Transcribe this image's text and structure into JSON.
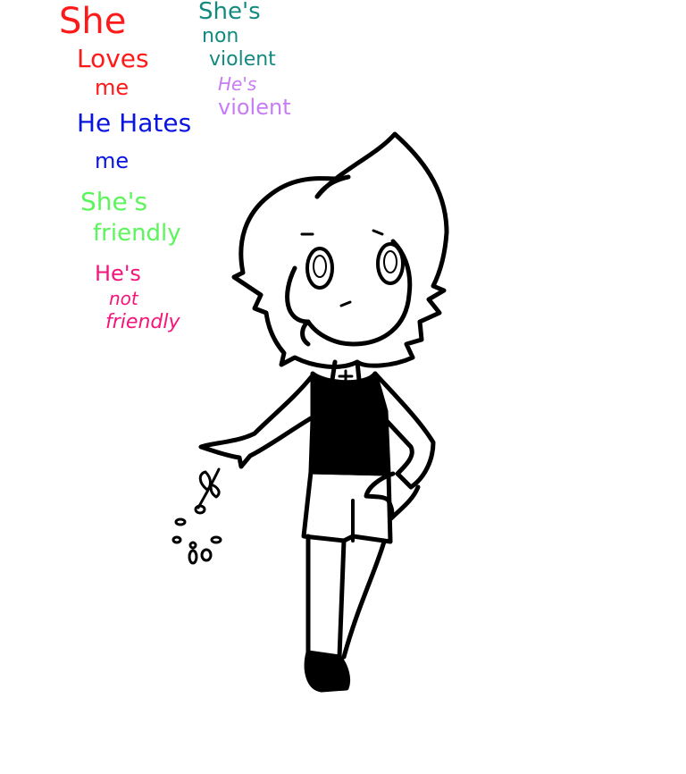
{
  "notes": [
    {
      "id": "she",
      "text": "She",
      "color": "#ff1a1a"
    },
    {
      "id": "loves",
      "text": "Loves",
      "color": "#ff1a1a"
    },
    {
      "id": "loves-me",
      "text": "me",
      "color": "#ff1a1a"
    },
    {
      "id": "he-hates",
      "text": "He Hates",
      "color": "#0a14e0"
    },
    {
      "id": "hates-me",
      "text": "me",
      "color": "#0a14e0"
    },
    {
      "id": "shes-friendly-1",
      "text": "She's",
      "color": "#5cf55c"
    },
    {
      "id": "shes-friendly-2",
      "text": "friendly",
      "color": "#5cf55c"
    },
    {
      "id": "hes-not-1",
      "text": "He's",
      "color": "#f5147a"
    },
    {
      "id": "hes-not-2",
      "text": "not",
      "color": "#f5147a"
    },
    {
      "id": "hes-not-3",
      "text": "friendly",
      "color": "#f5147a"
    },
    {
      "id": "shes-nonviolent-1",
      "text": "She's",
      "color": "#138a80"
    },
    {
      "id": "shes-nonviolent-2",
      "text": "non",
      "color": "#138a80"
    },
    {
      "id": "shes-nonviolent-3",
      "text": "violent",
      "color": "#138a80"
    },
    {
      "id": "hes-violent-1",
      "text": "He's",
      "color": "#c77cf5"
    },
    {
      "id": "hes-violent-2",
      "text": "violent",
      "color": "#c77cf5"
    }
  ],
  "colors": {
    "ink": "#000000",
    "background": "#ffffff"
  }
}
